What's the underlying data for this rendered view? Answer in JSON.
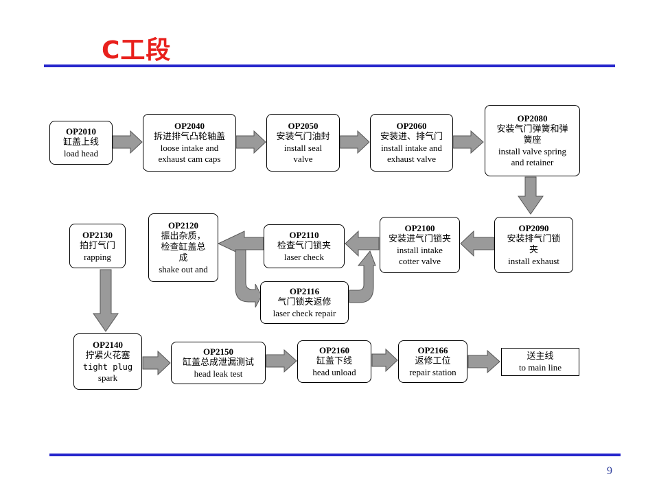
{
  "slide": {
    "title": "C工段",
    "page_number": "9"
  },
  "steps": {
    "op2010": {
      "op": "OP2010",
      "zh": "缸盖上线",
      "en": "load head"
    },
    "op2040": {
      "op": "OP2040",
      "zh": "拆进排气凸轮轴盖",
      "en1": "loose intake and",
      "en2": "exhaust cam caps"
    },
    "op2050": {
      "op": "OP2050",
      "zh": "安装气门油封",
      "en1": "install seal",
      "en2": "valve"
    },
    "op2060": {
      "op": "OP2060",
      "zh": "安装进、排气门",
      "en1": "install intake and",
      "en2": "exhaust valve"
    },
    "op2080": {
      "op": "OP2080",
      "zh1": "安装气门弹簧和弹",
      "zh2": "簧座",
      "en1": "install valve spring",
      "en2": "and retainer"
    },
    "op2090": {
      "op": "OP2090",
      "zh1": "安装排气门锁",
      "zh2": "夹",
      "en": "install exhaust"
    },
    "op2100": {
      "op": "OP2100",
      "zh": "安装进气门锁夹",
      "en1": "install intake",
      "en2": "cotter valve"
    },
    "op2110": {
      "op": "OP2110",
      "zh": "检查气门锁夹",
      "en": "laser check"
    },
    "op2116": {
      "op": "OP2116",
      "zh": "气门锁夹返修",
      "en": "laser check repair"
    },
    "op2120": {
      "op": "OP2120",
      "zh1": "振出杂质，",
      "zh2": "检查缸盖总",
      "zh3": "成",
      "en": "shake out and"
    },
    "op2130": {
      "op": "OP2130",
      "zh": "拍打气门",
      "en": "rapping"
    },
    "op2140": {
      "op": "OP2140",
      "zh": "拧紧火花塞",
      "en1": "tight plug",
      "en2": "spark"
    },
    "op2150": {
      "op": "OP2150",
      "zh": "缸盖总成泄漏测试",
      "en": "head leak test"
    },
    "op2160": {
      "op": "OP2160",
      "zh": "缸盖下线",
      "en": "head unload"
    },
    "op2166": {
      "op": "OP2166",
      "zh": "返修工位",
      "en": "repair station"
    },
    "main_line": {
      "zh": "送主线",
      "en": "to main line"
    }
  },
  "colors": {
    "title": "#e8201c",
    "rule": "#2626cc",
    "arrow_fill": "#9a9a9a",
    "arrow_stroke": "#555555"
  }
}
